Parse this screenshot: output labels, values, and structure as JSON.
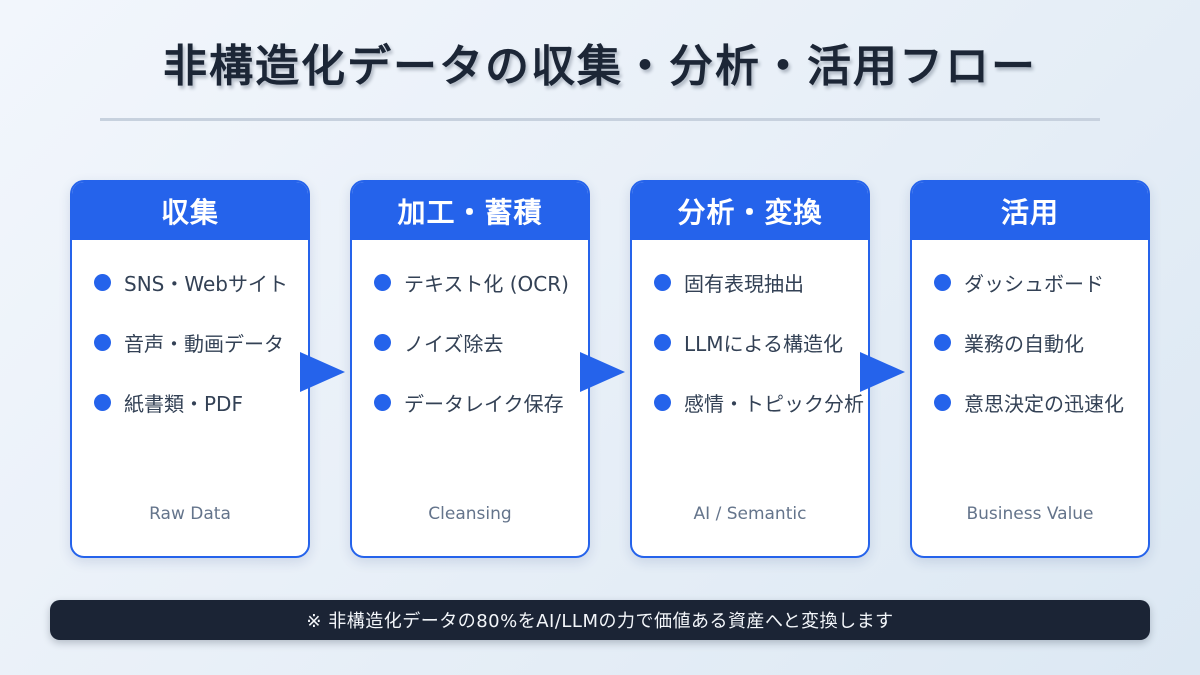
{
  "page": {
    "title": "非構造化データの収集・分析・活用フロー",
    "note": "※ 非構造化データの80%をAI/LLMの力で価値ある資産へと変換します"
  },
  "colors": {
    "accent_blue": "#2563eb",
    "title_text": "#1c2636",
    "item_text": "#334155",
    "footer_muted_text": "#64748b",
    "note_bar_bg": "#1b2435",
    "card_bg": "#ffffff"
  },
  "cards": [
    {
      "title": "収集",
      "items": [
        "SNS・Webサイト",
        "音声・動画データ",
        "紙書類・PDF"
      ],
      "footer": "Raw Data"
    },
    {
      "title": "加工・蓄積",
      "items": [
        "テキスト化 (OCR)",
        "ノイズ除去",
        "データレイク保存"
      ],
      "footer": "Cleansing"
    },
    {
      "title": "分析・変換",
      "items": [
        "固有表現抽出",
        "LLMによる構造化",
        "感情・トピック分析"
      ],
      "footer": "AI / Semantic"
    },
    {
      "title": "活用",
      "items": [
        "ダッシュボード",
        "業務の自動化",
        "意思決定の迅速化"
      ],
      "footer": "Business Value"
    }
  ],
  "arrows": [
    "arrow-right",
    "arrow-right",
    "arrow-right"
  ]
}
